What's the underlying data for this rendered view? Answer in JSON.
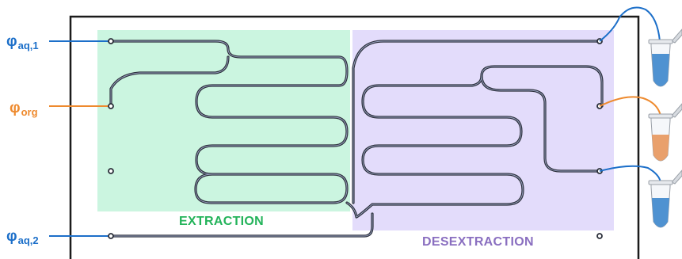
{
  "labels": {
    "phi_aq1": {
      "symbol": "φ",
      "sub": "aq,1"
    },
    "phi_org": {
      "symbol": "φ",
      "sub": "org"
    },
    "phi_aq2": {
      "symbol": "φ",
      "sub": "aq,2"
    },
    "extraction": "EXTRACTION",
    "desextraction": "DESEXTRACTION"
  },
  "colors": {
    "aqueous": "#1c6fc9",
    "organic": "#ee8a2e",
    "extraction_zone": "#cbf5e0",
    "desextraction_zone": "#e3dcfb",
    "extraction_text": "#23b35a",
    "desextraction_text": "#8a6fc0",
    "channel": "#2b2f3a",
    "chip_border": "#1b1b1b"
  }
}
